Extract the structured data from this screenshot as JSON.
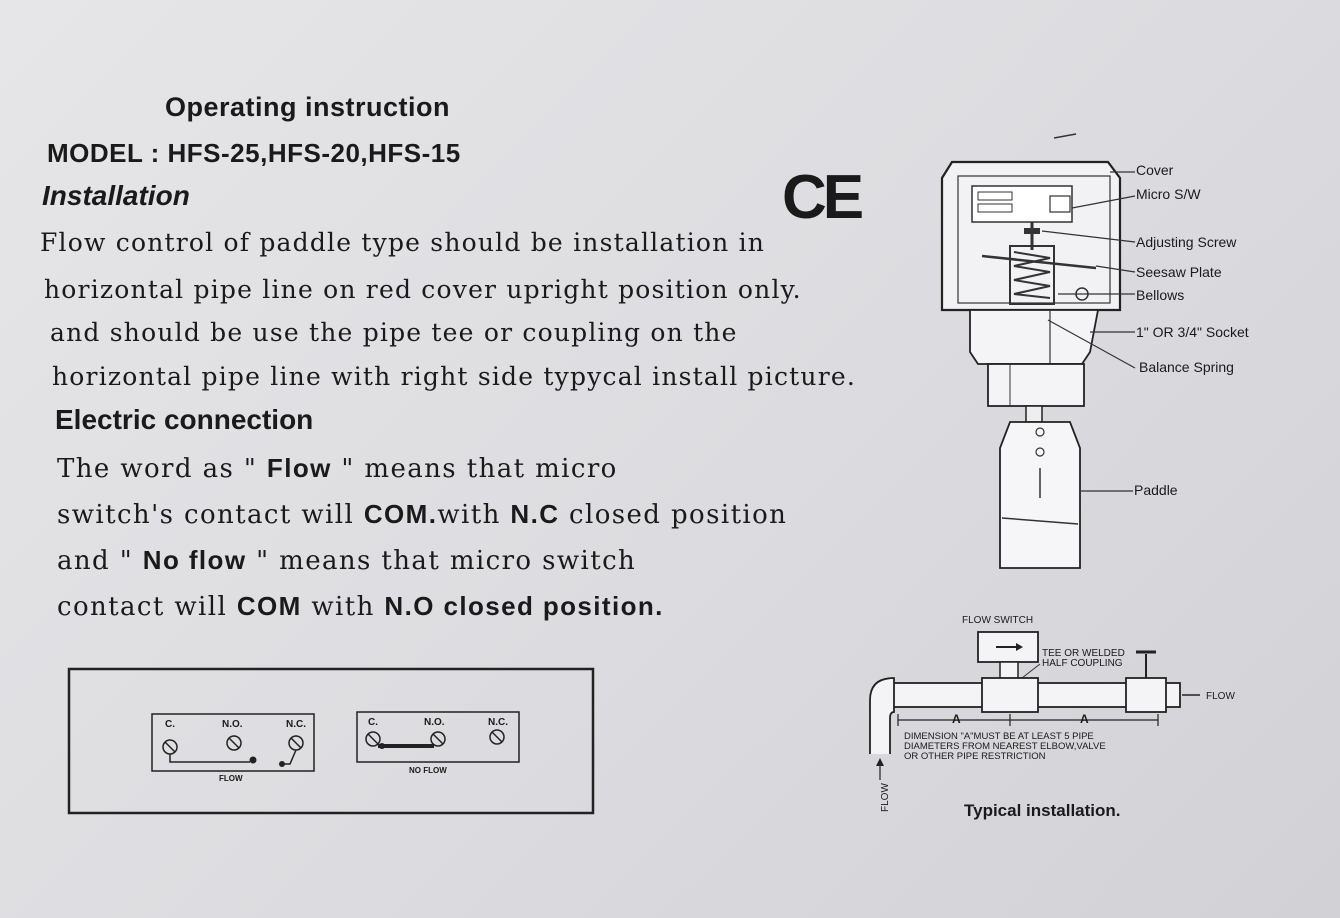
{
  "document": {
    "title": "Operating instruction",
    "model_line": "MODEL  :  HFS-25,HFS-20,HFS-15",
    "installation_heading": "Installation",
    "ce_mark": "CE",
    "installation_lines": [
      "Flow control of paddle type should be installation in",
      "horizontal pipe line on red cover upright position only.",
      "and should be use the pipe tee or coupling on the",
      "horizontal pipe line with right side typycal install picture."
    ],
    "electric_heading": "Electric connection",
    "electric_text": {
      "l1_a": "The word as \" ",
      "l1_b": "Flow",
      "l1_c": " \" means that micro",
      "l2_a": "switch's contact will  ",
      "l2_b": "COM.",
      "l2_c": "with ",
      "l2_d": "N.C",
      "l2_e": " closed position",
      "l3_a": "and \" ",
      "l3_b": "No flow",
      "l3_c": " \" means that micro switch",
      "l4_a": "contact will  ",
      "l4_b": "COM",
      "l4_c": "  with ",
      "l4_d": "N.O closed position."
    }
  },
  "wiring": {
    "terminal_c": "C.",
    "terminal_no": "N.O.",
    "terminal_nc": "N.C.",
    "flow_label": "FLOW",
    "no_flow_label": "NO FLOW"
  },
  "switch_diagram": {
    "labels": {
      "cover": "Cover",
      "micro_sw": "Micro S/W",
      "adjusting_screw": "Adjusting Screw",
      "seesaw_plate": "Seesaw Plate",
      "bellows": "Bellows",
      "socket": "1\" OR 3/4\" Socket",
      "balance_spring": "Balance Spring",
      "paddle": "Paddle"
    }
  },
  "installation_diagram": {
    "flow_switch": "FLOW SWITCH",
    "tee_line1": "TEE OR WELDED",
    "tee_line2": "HALF COUPLING",
    "flow_right": "FLOW",
    "dim_a1": "A",
    "dim_a2": "A",
    "dimension_note": [
      "DIMENSION \"A\"MUST BE AT LEAST 5 PIPE",
      "DIAMETERS FROM NEAREST ELBOW,VALVE",
      "OR OTHER PIPE RESTRICTION"
    ],
    "flow_vertical": "FLOW",
    "caption": "Typical installation."
  }
}
